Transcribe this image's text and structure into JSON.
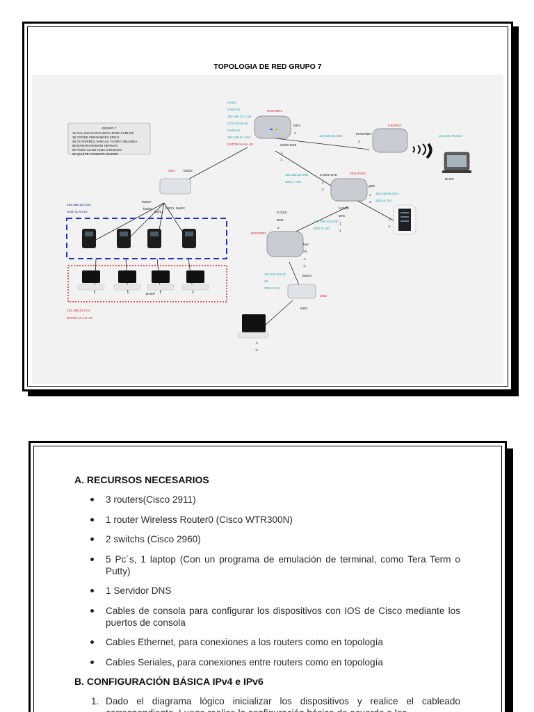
{
  "figure": {
    "title": "TOPOLOGIA DE RED GRUPO 7",
    "group_box": {
      "heading": "GRUPO 7",
      "members": [
        "15 CALANCHA PACHECO JOSE CARLOS",
        "35 CONDE FERNANDEZ ERICK",
        "48 GUTIERREZ VARGAS YUDIKO MILENKA",
        "68 MAMANI MAMANI HERNAN",
        "82 POMA CUNO ALBA JHOSELIN",
        "86 QUISPE CONDORI WILDER"
      ]
    },
    "router1_labels": {
      "name": "ROUTER1",
      "fa00": "FA0/0",
      "fa010": "FA0/0.10",
      "ip10": "192.168.10.1 /24",
      "voz": "VOZ-VLAN-10",
      "fa020": "FA0/0.20",
      "ip20": "192.168.20.1/24",
      "datos": "DATOS-VLAN -20",
      "fa01": "fa0/1",
      "dot1": ".1",
      "s000": "s0/0/0 DCE",
      "dot1b": ".1",
      "c1": ":1"
    },
    "internet_link": {
      "net": "192.168.60.0/30",
      "label": "INTERNET",
      "dot2": ".2"
    },
    "grupo7": {
      "name": "GRUPO7",
      "net": "192.168.70.0/24",
      "dhcp": "DHCP"
    },
    "router2_labels": {
      "name": "ROUTER2",
      "link_net": "192.168.50.0/30",
      "link_v6": "2001:7::/64",
      "s000": "S 0/0/0 DTE",
      "dot2": ".2",
      "c2": ":2",
      "g00": "g0/0",
      "dot1": ".1",
      "c1": ":1",
      "lan_net": "192.168.90.0/24",
      "lan_v6": "2001:6::/64",
      "s001": "S 0/1/0",
      "dte": "DTE",
      "dot1b": ".1",
      "c1b": ":1",
      "dot2b": ".2",
      "x": ":x"
    },
    "router3_labels": {
      "name": "ROUTER3",
      "s010": "S 0/1/0",
      "dce": "DCE",
      "dot2": ".2",
      "link_net": "192.168.100.0/30",
      "link_v6": "2001:5::/64",
      "fa0": "fa0/",
      "n24": "24",
      "dot1": ".1",
      "dot1b": ":1",
      "lan_net": "192.168.220.0/",
      "n30": "30",
      "lan_v6": "2001:4::/64",
      "fa023": "fa0/23"
    },
    "sw1_labels": {
      "name": "SW1",
      "fa024": "fa0/24",
      "fa010": "fa0/10",
      "fa020": "fa0/20",
      "fa021": "fa0/21",
      "fa011": "fa0/11",
      "fa022": "fa0/22",
      "fa012": "fa0/12"
    },
    "vlan_labels": {
      "voz_net": "192.168.10.0 /24",
      "voz_name": "VOZ-VLAN-10",
      "datos_net": "192.168.20.1/24",
      "datos_name": "DATOS-VLAN -20",
      "dhcp": "DHCP"
    },
    "sw2_labels": {
      "name": "SW2",
      "fa01": "fa0/1",
      "dot2": ".2",
      "c2": ":2"
    },
    "colors": {
      "cyan": "#1fa3b5",
      "red": "#d7191c",
      "navy": "#1b2a8c",
      "voz_box": "#1f2fc9",
      "datos_box": "#e0201f"
    }
  },
  "document": {
    "section_a": {
      "heading": "A.  RECURSOS NECESARIOS",
      "items": [
        "3 routers(Cisco 2911)",
        "1 router Wireless Router0 (Cisco WTR300N)",
        "2 switchs (Cisco 2960)",
        "5 Pc´s, 1 laptop (Con un programa de emulación de terminal, como Tera Term o Putty)",
        "1 Servidor DNS",
        "Cables de consola para configurar los dispositivos con IOS de Cisco mediante los puertos de consola",
        "Cables Ethernet, para conexiones a los routers como en topología",
        "Cables Seriales, para conexiones entre routers como en topología"
      ]
    },
    "section_b": {
      "heading": "B.  CONFIGURACIÓN BÁSICA IPv4 e IPv6",
      "items": [
        "Dado el diagrama lógico inicializar los dispositivos y realice el cableado correspondiente. Luego realice la configuración básica de acuerdo a los"
      ]
    }
  }
}
